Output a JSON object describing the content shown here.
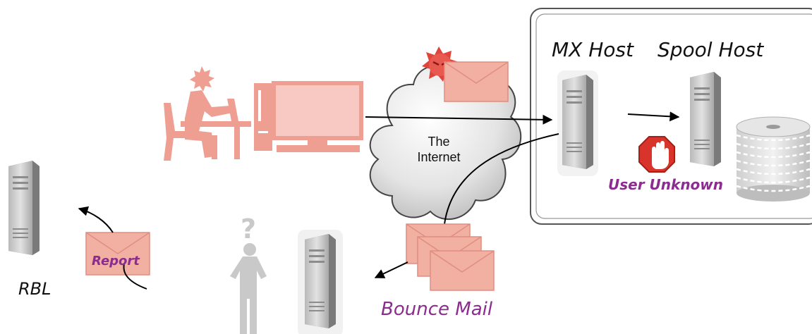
{
  "diagram": {
    "mx_host_label": "MX Host",
    "spool_host_label": "Spool Host",
    "internet_label": "The Internet",
    "user_unknown_label": "User Unknown",
    "bounce_mail_label": "Bounce Mail",
    "report_label": "Report",
    "rbl_label": "RBL"
  },
  "colors": {
    "attacker_pink": "#ef9f92",
    "envelope_pink": "#f2b0a3",
    "server_gray": "#9e9e9e",
    "label_purple": "#8a2d8e",
    "stop_red": "#d9342b"
  }
}
